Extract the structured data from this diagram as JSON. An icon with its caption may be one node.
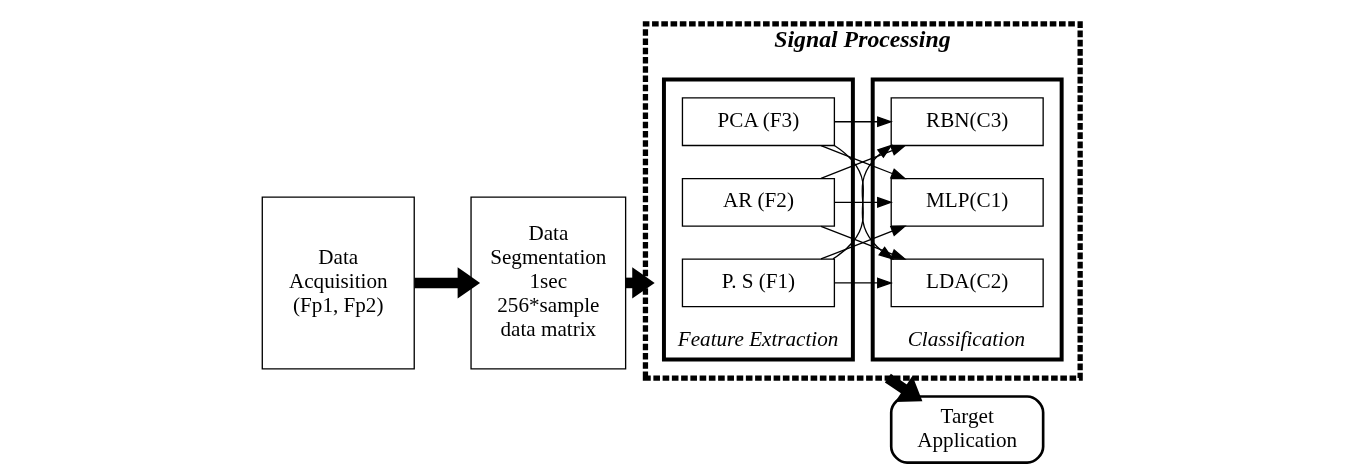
{
  "diagram": {
    "nodes": [
      {
        "text": [
          "Data Acquisition (Fp1, Fp2)"
        ]
      },
      {
        "text": [
          "Data Segmentation 1sec 256*sample data matrix"
        ]
      },
      {
        "text": [
          "Signal Processing"
        ]
      },
      {
        "text": [
          "Feature Extraction"
        ],
        "in": 2
      },
      {
        "text": [
          "P. S (F1)"
        ],
        "in": 3
      },
      {
        "text": [
          "AR (F2)"
        ],
        "in": 3
      },
      {
        "text": [
          "PCA (F3)"
        ],
        "in": 3
      },
      {
        "text": [
          "Classification"
        ],
        "in": 2
      },
      {
        "text": [
          "MLP(C1)"
        ],
        "in": 7
      },
      {
        "text": [
          "LDA(C2)"
        ],
        "in": 7
      },
      {
        "text": [
          "RBN(C3)"
        ],
        "in": 7
      },
      {
        "text": [
          "Target Application"
        ]
      }
    ],
    "edges": [
      {
        "from": 0,
        "to": 1,
        "arrow": "to",
        "style": "thick"
      },
      {
        "from": 1,
        "to": 2,
        "arrow": "to",
        "style": "thick"
      },
      {
        "from": 4,
        "to": 8,
        "arrow": "to"
      },
      {
        "from": 4,
        "to": 9,
        "arrow": "to"
      },
      {
        "from": 4,
        "to": 10,
        "arrow": "to"
      },
      {
        "from": 5,
        "to": 8,
        "arrow": "to"
      },
      {
        "from": 5,
        "to": 9,
        "arrow": "to"
      },
      {
        "from": 5,
        "to": 10,
        "arrow": "to"
      },
      {
        "from": 6,
        "to": 8,
        "arrow": "to"
      },
      {
        "from": 6,
        "to": 9,
        "arrow": "to"
      },
      {
        "from": 6,
        "to": 10,
        "arrow": "to"
      },
      {
        "from": 2,
        "to": 11,
        "arrow": "to",
        "style": "thick"
      }
    ]
  }
}
